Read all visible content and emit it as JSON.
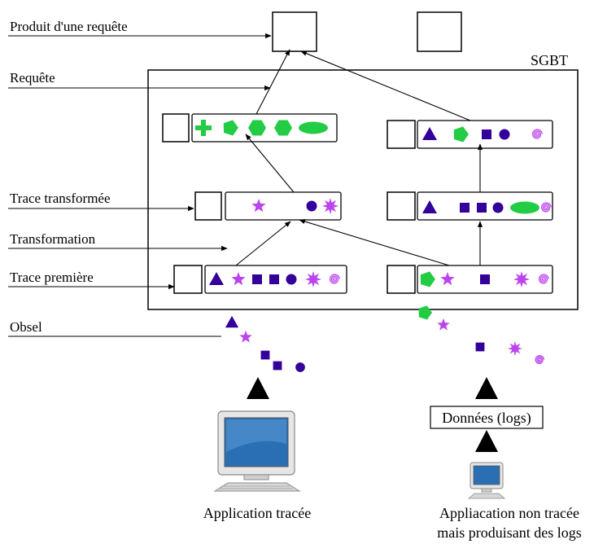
{
  "colors": {
    "green": "#22cc44",
    "purple": "#330099",
    "violet": "#bb44ee",
    "line": "#000000",
    "screen": "#2a6fb3"
  },
  "labels": {
    "produit": "Produit d'une requête",
    "requete": "Requête",
    "trace_transformee": "Trace transformée",
    "transformation": "Transformation",
    "trace_premiere": "Trace première",
    "obsel": "Obsel",
    "sgbt": "SGBT",
    "donnees": "Données (logs)",
    "app_tracee": "Application tracée",
    "app_non_tracee_1": "Appliacation non tracée",
    "app_non_tracee_2": "mais produisant des logs"
  },
  "icons": {
    "plus": "plus-icon",
    "pentagon": "pentagon-icon",
    "hexagon": "hexagon-icon",
    "ellipse": "ellipse-icon",
    "triangle": "triangle-icon",
    "star": "star-icon",
    "square": "square-icon",
    "circle": "circle-icon",
    "burst": "burst-icon",
    "spiral": "spiral-icon",
    "computer": "computer-icon",
    "arrow_up": "arrow-up-icon"
  },
  "traces": [
    {
      "id": "left-query",
      "items": [
        "plus",
        "pentagon",
        "hexagon",
        "hexagon",
        "ellipse"
      ]
    },
    {
      "id": "right-query",
      "items": [
        "triangle",
        "pentagon",
        "square",
        "circle",
        "spiral"
      ]
    },
    {
      "id": "left-transformed",
      "items": [
        "star",
        "circle",
        "burst"
      ]
    },
    {
      "id": "right-transformed",
      "items": [
        "triangle",
        "square",
        "square",
        "circle",
        "ellipse",
        "spiral"
      ]
    },
    {
      "id": "left-primary",
      "items": [
        "triangle",
        "star",
        "square",
        "square",
        "circle",
        "burst",
        "spiral"
      ]
    },
    {
      "id": "right-primary",
      "items": [
        "pentagon",
        "star",
        "square",
        "burst",
        "spiral"
      ]
    }
  ]
}
